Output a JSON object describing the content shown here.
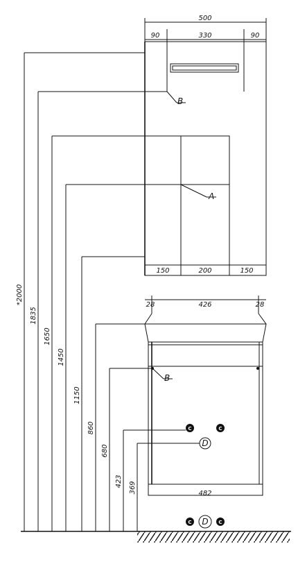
{
  "top_panel": {
    "dims": {
      "width_total": "500",
      "left_offset": "90",
      "center": "330",
      "right_offset": "90"
    },
    "bottom_dims": {
      "left": "150",
      "center": "200",
      "right": "150"
    },
    "markers": {
      "shelf": "B",
      "hatched": "A"
    }
  },
  "cabinet": {
    "dims": {
      "left": "28",
      "center": "426",
      "right": "28",
      "bottom_width": "482"
    },
    "markers": {
      "mount": "B",
      "outlet": "D"
    }
  },
  "heights": [
    "*2000",
    "1835",
    "1650",
    "1450",
    "1150",
    "860",
    "680",
    "423",
    "369"
  ],
  "floor_markers": {
    "center": "D"
  },
  "colors": {
    "line": "#111111",
    "background": "#ffffff",
    "dot": "#111111"
  },
  "icons": [
    "connector-dot-icon",
    "hatch-pattern-icon",
    "ground-hatch-icon"
  ]
}
